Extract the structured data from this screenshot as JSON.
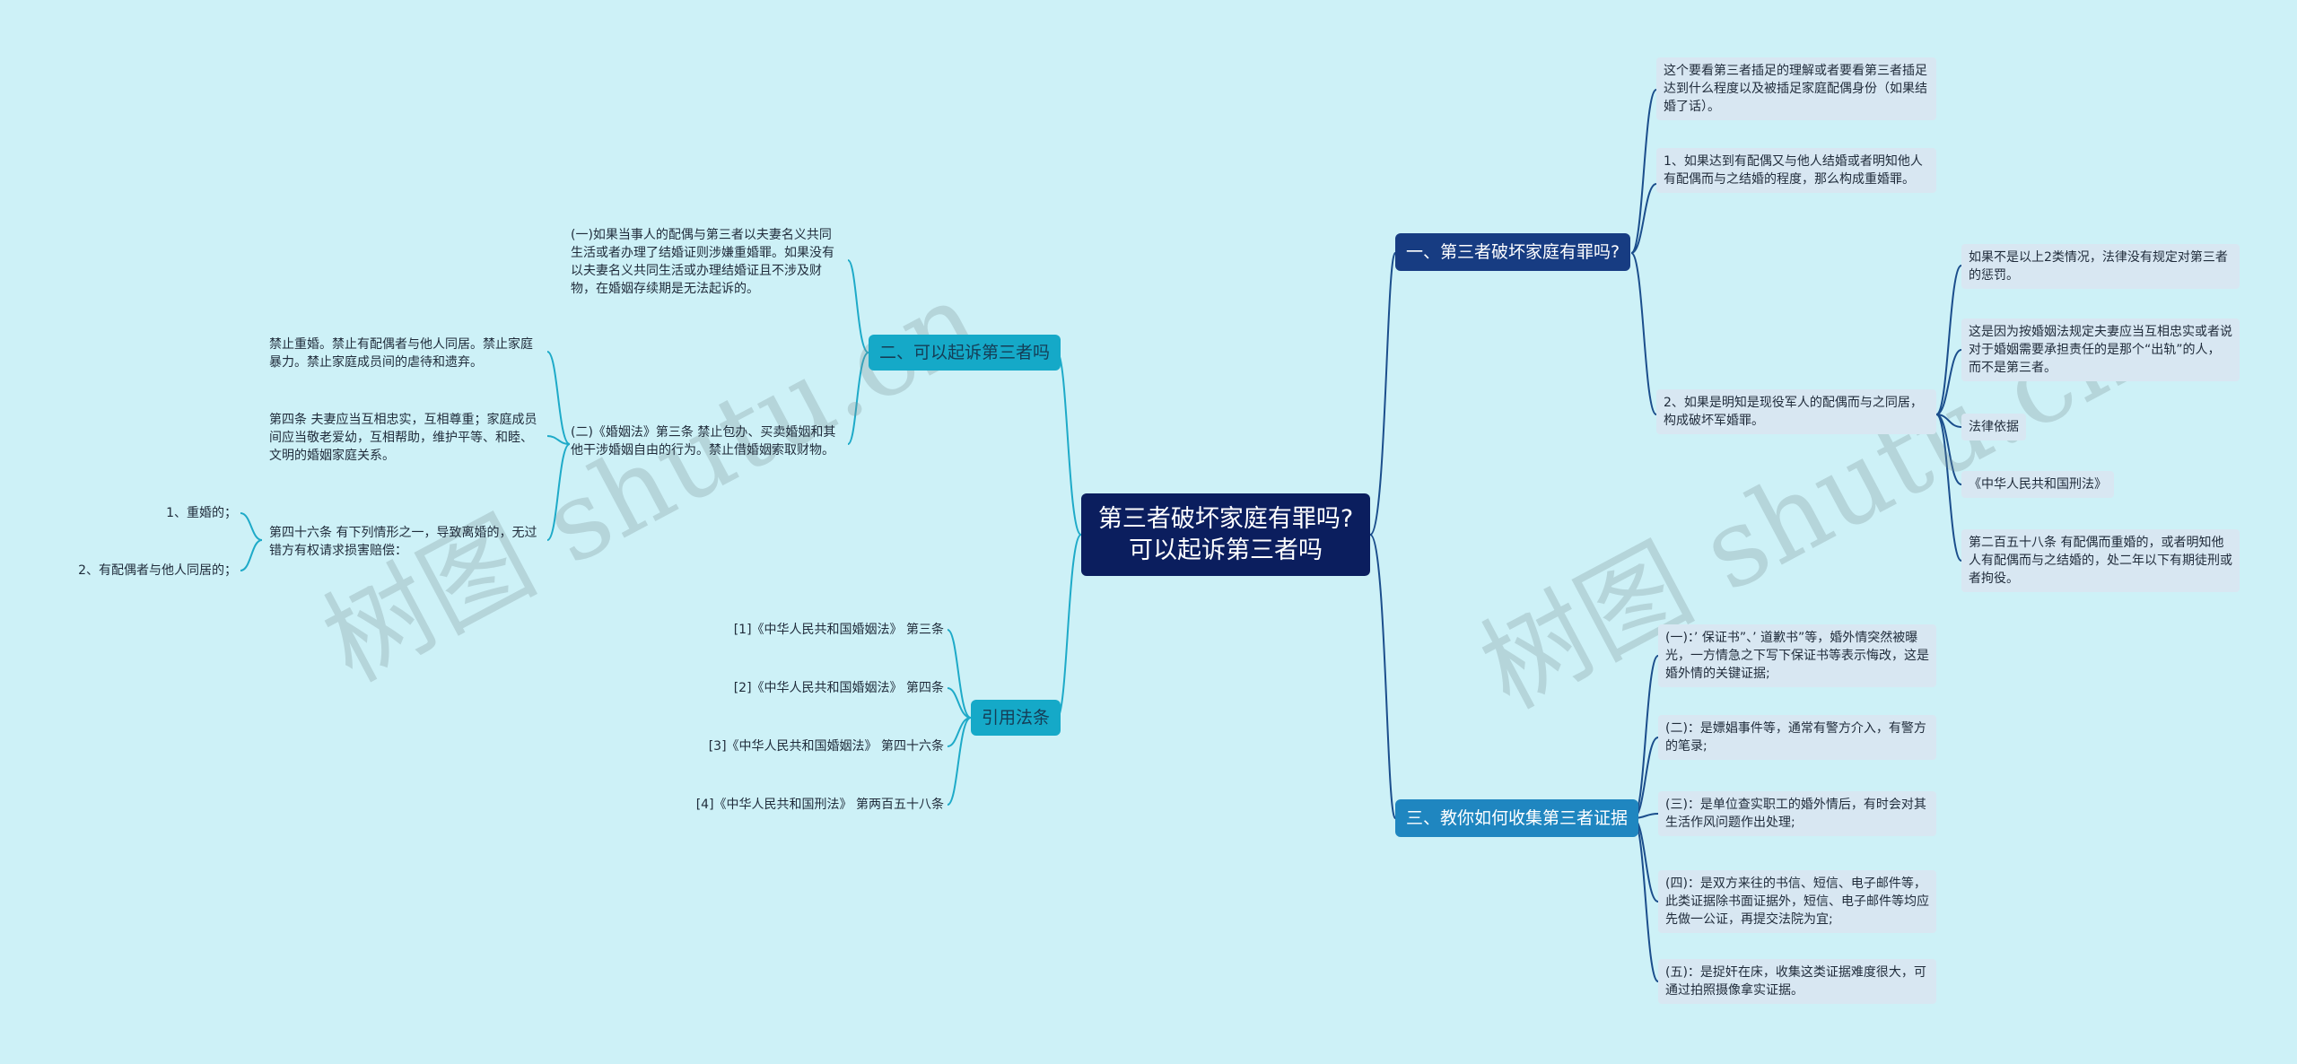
{
  "root": {
    "label": "第三者破坏家庭有罪吗?可以起诉第三者吗"
  },
  "branches": {
    "b1": {
      "label": "一、第三者破坏家庭有罪吗?"
    },
    "b2": {
      "label": "二、可以起诉第三者吗"
    },
    "b3": {
      "label": "三、教你如何收集第三者证据"
    },
    "b4": {
      "label": "引用法条"
    }
  },
  "b1_children": [
    "这个要看第三者插足的理解或者要看第三者插足达到什么程度以及被插足家庭配偶身份（如果结婚了话）。",
    "1、如果达到有配偶又与他人结婚或者明知他人有配偶而与之结婚的程度，那么构成重婚罪。",
    "2、如果是明知是现役军人的配偶而与之同居，构成破坏军婚罪。"
  ],
  "b1_grandchildren": [
    "如果不是以上2类情况，法律没有规定对第三者的惩罚。",
    "这是因为按婚姻法规定夫妻应当互相忠实或者说对于婚姻需要承担责任的是那个“出轨”的人，而不是第三者。",
    "法律依据",
    "《中华人民共和国刑法》",
    "第二百五十八条 有配偶而重婚的，或者明知他人有配偶而与之结婚的，处二年以下有期徒刑或者拘役。"
  ],
  "b2_children": [
    "(一)如果当事人的配偶与第三者以夫妻名义共同生活或者办理了结婚证则涉嫌重婚罪。如果没有以夫妻名义共同生活或办理结婚证且不涉及财物，在婚姻存续期是无法起诉的。",
    "(二)《婚姻法》第三条 禁止包办、买卖婚姻和其他干涉婚姻自由的行为。禁止借婚姻索取财物。"
  ],
  "b2_grandchildren": [
    "禁止重婚。禁止有配偶者与他人同居。禁止家庭暴力。禁止家庭成员间的虐待和遗弃。",
    "第四条 夫妻应当互相忠实，互相尊重；家庭成员间应当敬老爱幼，互相帮助，维护平等、和睦、文明的婚姻家庭关系。",
    "第四十六条 有下列情形之一，导致离婚的，无过错方有权请求损害赔偿："
  ],
  "b2_greatgrandchildren": [
    "1、重婚的；",
    "2、有配偶者与他人同居的；"
  ],
  "b3_children": [
    "(一)：’ 保证书”、’ 道歉书”等，婚外情突然被曝光，一方情急之下写下保证书等表示悔改，这是婚外情的关键证据;",
    "(二)：是嫖娼事件等，通常有警方介入，有警方的笔录;",
    "(三)：是单位查实职工的婚外情后，有时会对其生活作风问题作出处理;",
    "(四)：是双方来往的书信、短信、电子邮件等，此类证据除书面证据外，短信、电子邮件等均应先做一公证，再提交法院为宜;",
    "(五)：是捉奸在床，收集这类证据难度很大，可通过拍照摄像拿实证据。"
  ],
  "b4_children": [
    "[1]《中华人民共和国婚姻法》 第三条",
    "[2]《中华人民共和国婚姻法》 第四条",
    "[3]《中华人民共和国婚姻法》 第四十六条",
    "[4]《中华人民共和国刑法》 第两百五十八条"
  ],
  "watermark": "树图 shutu.cn",
  "colors": {
    "root_bg": "#0b1e5e",
    "dark_branch": "#173c82",
    "cyan_branch": "#15a9c8",
    "leaf_box": "#d8e7f2",
    "line_right": "#1b4e8c",
    "line_left": "#1eaac8",
    "background": "#cdf1f7"
  }
}
